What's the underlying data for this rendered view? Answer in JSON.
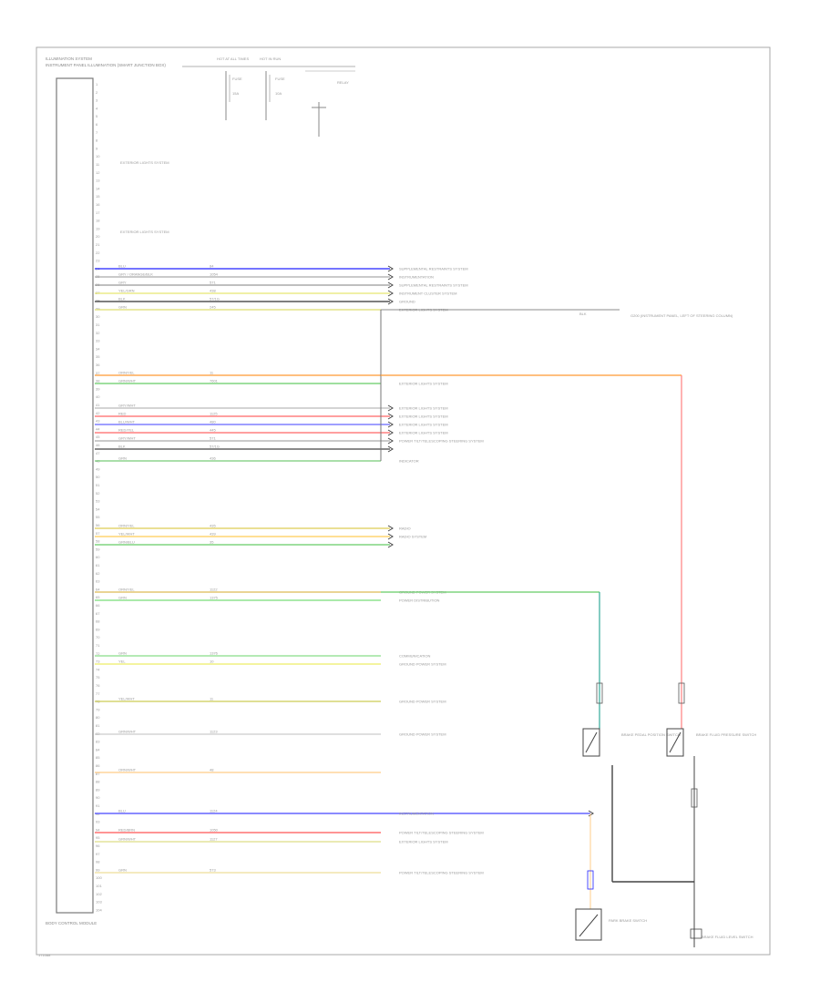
{
  "diagram": {
    "header": {
      "line1": "ILLUMINATION SYSTEM",
      "line2": "INSTRUMENT PANEL ILLUMINATION (SMART JUNCTION BOX)",
      "fuse_a_title": "HOT AT ALL TIMES",
      "fuse_a_name": "FUSE",
      "fuse_a_amp": "15A",
      "fuse_b_title": "HOT IN RUN",
      "fuse_b_name": "FUSE",
      "fuse_b_amp": "10A",
      "relay_label": "RELAY"
    },
    "module_label": "BODY CONTROL MODULE",
    "page_code": "171088",
    "pin_numbers": [
      "1",
      "2",
      "3",
      "4",
      "5",
      "6",
      "7",
      "8",
      "9",
      "10",
      "11",
      "12",
      "13",
      "14",
      "15",
      "16",
      "17",
      "18",
      "19",
      "20",
      "21",
      "22",
      "23",
      "24",
      "25",
      "26",
      "27",
      "28",
      "29",
      "30",
      "31",
      "32",
      "33",
      "34",
      "35",
      "36",
      "37",
      "38",
      "39",
      "40",
      "41",
      "42",
      "43",
      "44",
      "45",
      "46",
      "47",
      "48",
      "49",
      "50",
      "51",
      "52",
      "53",
      "54",
      "55",
      "56",
      "57",
      "58",
      "59",
      "60",
      "61",
      "62",
      "63",
      "64",
      "65",
      "66",
      "67",
      "68",
      "69",
      "70",
      "71",
      "72",
      "73",
      "74",
      "75",
      "76",
      "77",
      "78",
      "79",
      "80",
      "81",
      "82",
      "83",
      "84",
      "85",
      "86",
      "87",
      "88",
      "89",
      "90",
      "91",
      "92",
      "93",
      "94",
      "95",
      "96",
      "97",
      "98",
      "99",
      "100",
      "101",
      "102",
      "103",
      "104"
    ],
    "small_labels": [
      "EXTERIOR LIGHTS SYSTEM",
      "EXTERIOR LIGHTS SYSTEM"
    ],
    "wires": [
      {
        "color": "#2222ff",
        "name": "BLU",
        "code": "84",
        "dest": "SUPPLEMENTAL RESTRAINTS SYSTEM"
      },
      {
        "color": "#aaaaaa",
        "name": "GRY / ORANGE/BLK",
        "code": "1054",
        "dest": "INSTRUMENTATION"
      },
      {
        "color": "#999999",
        "name": "GRY",
        "code": "571",
        "dest": "SUPPLEMENTAL RESTRAINTS SYSTEM"
      },
      {
        "color": "#e8e870",
        "name": "YEL/GRN",
        "code": "438",
        "dest": "INSTRUMENT CLUSTER SYSTEM"
      },
      {
        "color": "#333333",
        "name": "BLK",
        "code": "57/1G",
        "dest": "GROUND"
      },
      {
        "color": "#dddd70",
        "name": "GRN",
        "code": "245",
        "dest": "EXTERIOR LIGHTS SYSTEM"
      },
      {
        "color": "#ff9933",
        "name": "ORN/YEL",
        "code": "11",
        "dest": ""
      },
      {
        "color": "#66cc66",
        "name": "GRN/WHT",
        "code": "7601",
        "dest": "EXTERIOR LIGHTS SYSTEM"
      },
      {
        "color": "#bbbbbb",
        "name": "GRY/WHT",
        "code": "",
        "dest": "EXTERIOR LIGHTS SYSTEM"
      },
      {
        "color": "#ff6666",
        "name": "RED",
        "code": "1125",
        "dest": "EXTERIOR LIGHTS SYSTEM"
      },
      {
        "color": "#6666ff",
        "name": "BLU/WHT",
        "code": "480",
        "dest": "EXTERIOR LIGHTS SYSTEM"
      },
      {
        "color": "#ff6666",
        "name": "RED/YEL",
        "code": "445",
        "dest": "EXTERIOR LIGHTS SYSTEM"
      },
      {
        "color": "#aaaaaa",
        "name": "GRY/WHT",
        "code": "571",
        "dest": "POWER TILT/TELESCOPING STEERING SYSTEM"
      },
      {
        "color": "#444444",
        "name": "BLK",
        "code": "57/1G",
        "dest": ""
      },
      {
        "color": "#77cc77",
        "name": "GRN",
        "code": "436",
        "dest": "INDICATOR"
      },
      {
        "color": "#ddcc55",
        "name": "ORN/YEL",
        "code": "435",
        "dest": "RADIO"
      },
      {
        "color": "#ffcc55",
        "name": "YEL/WHT",
        "code": "439",
        "dest": "RADIO SYSTEM"
      },
      {
        "color": "#66cc66",
        "name": "GRN/BLU",
        "code": "35",
        "dest": ""
      },
      {
        "color": "#ddbb55",
        "name": "ORN/YEL",
        "code": "1122",
        "dest": "GROUND POWER SYSTEM"
      },
      {
        "color": "#77dd77",
        "name": "GRN",
        "code": "1375",
        "dest": "POWER DISTRIBUTION"
      },
      {
        "color": "#88dd88",
        "name": "GRN",
        "code": "1376",
        "dest": "COMMUNICATION"
      },
      {
        "color": "#eeee66",
        "name": "YEL",
        "code": "10",
        "dest": "GROUND POWER SYSTEM"
      },
      {
        "color": "#cccc55",
        "name": "YEL/WHT",
        "code": "11",
        "dest": "GROUND POWER SYSTEM"
      },
      {
        "color": "#cccccc",
        "name": "GRN/WHT",
        "code": "1123",
        "dest": "GROUND POWER SYSTEM"
      },
      {
        "color": "#ffcc88",
        "name": "ORN/WHT",
        "code": "48",
        "dest": ""
      },
      {
        "color": "#4444ff",
        "name": "BLU",
        "code": "1124",
        "dest": "INSTRUMENTATION"
      },
      {
        "color": "#ff5555",
        "name": "RED/BRN",
        "code": "1050",
        "dest": "POWER TILT/TELESCOPING STEERING SYSTEM"
      },
      {
        "color": "#dddd88",
        "name": "GRN/WHT",
        "code": "1127",
        "dest": "EXTERIOR LIGHTS SYSTEM"
      },
      {
        "color": "#eedd99",
        "name": "GRN",
        "code": "573",
        "dest": "POWER TILT/TELESCOPING STEERING SYSTEM"
      }
    ],
    "right_labels": {
      "blk": "BLK",
      "g200": "G200 (INSTRUMENT PANEL, LEFT OF STEERING COLUMN)",
      "brake_switch": "BRAKE PEDAL POSITION SWITCH",
      "brake_pressure_switch": "BRAKE FLUID PRESSURE SWITCH",
      "park_brake_switch": "PARK BRAKE SWITCH",
      "brake_fluid_level": "BRAKE FLUID LEVEL SWITCH"
    }
  }
}
